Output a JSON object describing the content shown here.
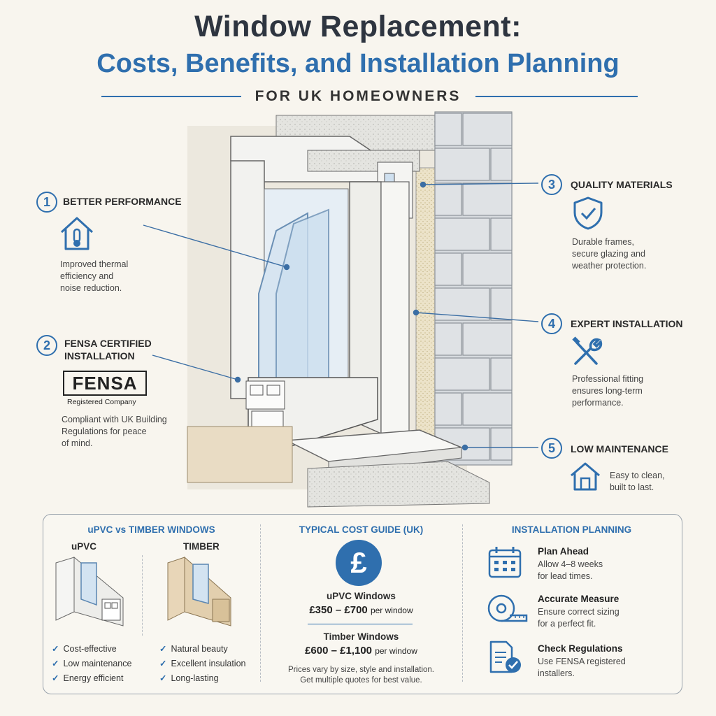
{
  "header": {
    "title_line1": "Window Replacement:",
    "title_line2": "Costs, Benefits, and Installation Planning",
    "subtitle": "FOR UK HOMEOWNERS"
  },
  "colors": {
    "accent": "#2f6fae",
    "title": "#2e3540",
    "background": "#f8f5ee"
  },
  "features": [
    {
      "num": "1",
      "title": "BETTER PERFORMANCE",
      "icon": "house-thermometer-icon",
      "desc": [
        "Improved thermal",
        "efficiency and",
        "noise reduction."
      ]
    },
    {
      "num": "2",
      "title_lines": [
        "FENSA CERTIFIED",
        "INSTALLATION"
      ],
      "logo_text": "FENSA",
      "logo_sub": "Registered Company",
      "desc": [
        "Compliant with UK Building",
        "Regulations for peace",
        "of mind."
      ]
    },
    {
      "num": "3",
      "title": "QUALITY MATERIALS",
      "icon": "shield-check-icon",
      "desc": [
        "Durable frames,",
        "secure glazing and",
        "weather protection."
      ]
    },
    {
      "num": "4",
      "title": "EXPERT INSTALLATION",
      "icon": "tools-icon",
      "desc": [
        "Professional fitting",
        "ensures long-term",
        "performance."
      ]
    },
    {
      "num": "5",
      "title": "LOW MAINTENANCE",
      "icon": "house-icon",
      "desc": [
        "Easy to clean,",
        "built to last."
      ]
    }
  ],
  "comparison": {
    "title": "uPVC  vs  TIMBER WINDOWS",
    "upvc": {
      "label": "uPVC",
      "points": [
        "Cost-effective",
        "Low maintenance",
        "Energy efficient"
      ]
    },
    "timber": {
      "label": "TIMBER",
      "points": [
        "Natural beauty",
        "Excellent insulation",
        "Long-lasting"
      ]
    }
  },
  "cost_guide": {
    "title": "TYPICAL COST GUIDE (UK)",
    "symbol": "£",
    "upvc_label": "uPVC Windows",
    "upvc_price": "£350 – £700",
    "timber_label": "Timber Windows",
    "timber_price": "£600 – £1,100",
    "unit": "per window",
    "note": [
      "Prices vary by size, style and installation.",
      "Get multiple quotes for best value."
    ]
  },
  "planning": {
    "title": "INSTALLATION PLANNING",
    "steps": [
      {
        "title": "Plan Ahead",
        "icon": "calendar-icon",
        "desc": [
          "Allow 4–8 weeks",
          "for lead times."
        ]
      },
      {
        "title": "Accurate Measure",
        "icon": "tape-measure-icon",
        "desc": [
          "Ensure correct sizing",
          "for a perfect fit."
        ]
      },
      {
        "title": "Check Regulations",
        "icon": "document-check-icon",
        "desc": [
          "Use FENSA registered",
          "installers."
        ]
      }
    ]
  }
}
